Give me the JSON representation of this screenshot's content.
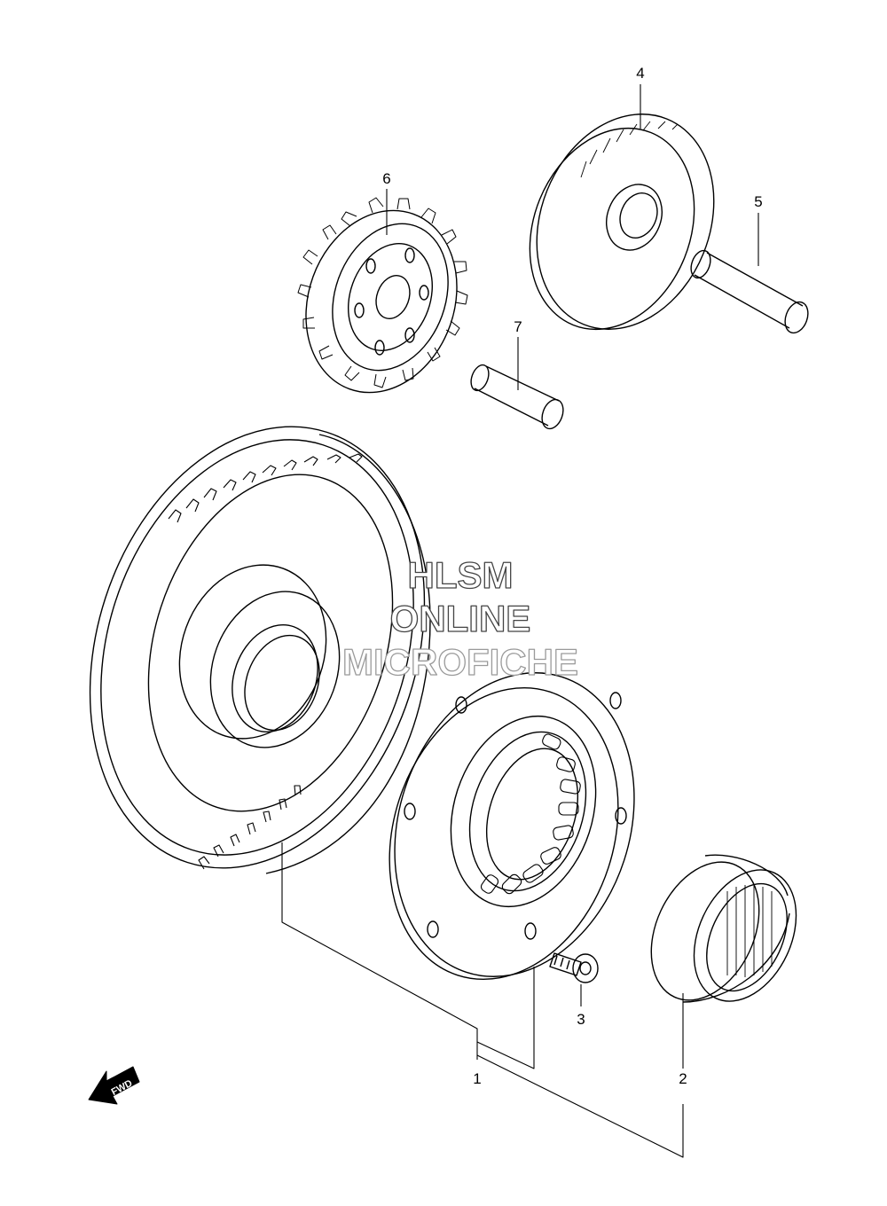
{
  "callouts": {
    "p1": "1",
    "p2": "2",
    "p3": "3",
    "p4": "4",
    "p5": "5",
    "p6": "6",
    "p7": "7"
  },
  "watermark": {
    "line1": "HLSM",
    "line2": "ONLINE",
    "line3": "MICROFICHE"
  },
  "fwd_label": "FWD",
  "colors": {
    "line": "#000000",
    "background": "#ffffff",
    "watermark_outline": "#444444"
  }
}
